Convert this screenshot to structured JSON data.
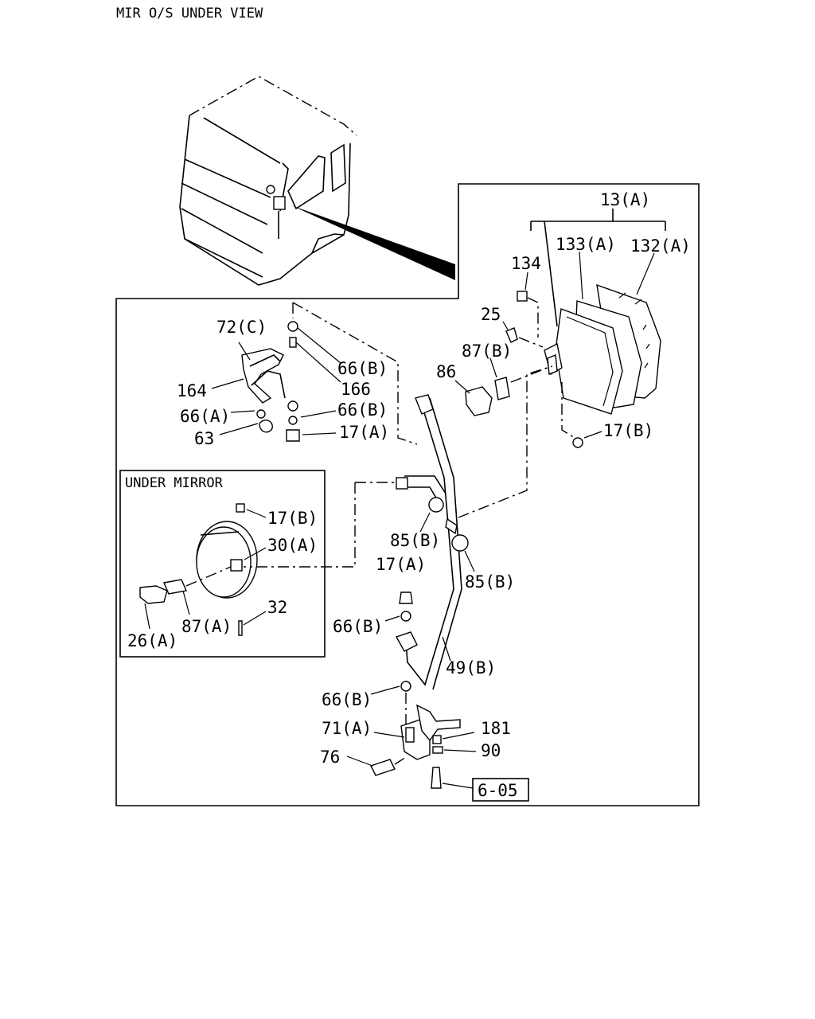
{
  "title": "MIR O/S UNDER VIEW",
  "inset_title": "UNDER MIRROR",
  "reference_box": "6-05",
  "labels": {
    "l13A": "13(A)",
    "l133A": "133(A)",
    "l132A": "132(A)",
    "l134": "134",
    "l25": "25",
    "l87B": "87(B)",
    "l86": "86",
    "l17B_right": "17(B)",
    "l72C": "72(C)",
    "l66B_1": "66(B)",
    "l166": "166",
    "l164": "164",
    "l66A": "66(A)",
    "l66B_2": "66(B)",
    "l63": "63",
    "l17A_top": "17(A)",
    "l17B_inset": "17(B)",
    "l30A": "30(A)",
    "l87A": "87(A)",
    "l32": "32",
    "l26A": "26(A)",
    "l85B_1": "85(B)",
    "l85B_2": "85(B)",
    "l17A_mid": "17(A)",
    "l66B_3": "66(B)",
    "l49B": "49(B)",
    "l66B_4": "66(B)",
    "l71A": "71(A)",
    "l181": "181",
    "l90": "90",
    "l76": "76"
  }
}
